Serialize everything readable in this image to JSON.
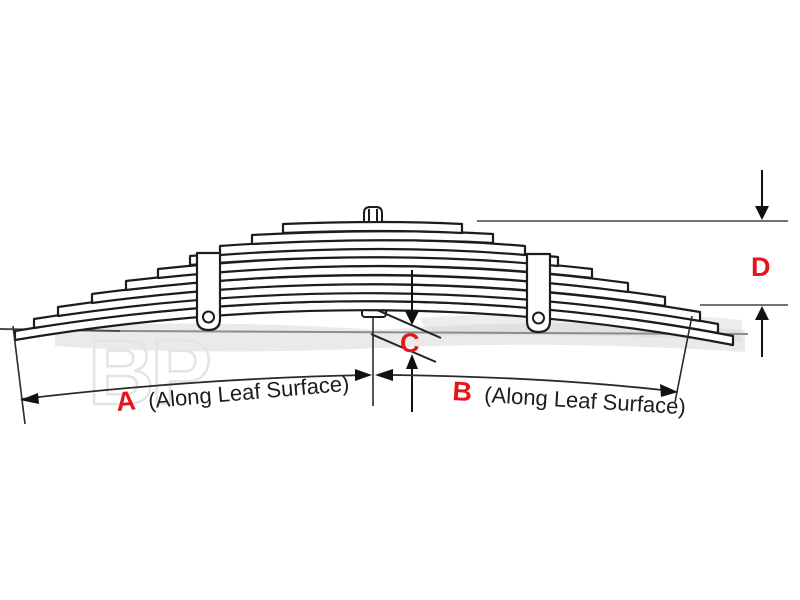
{
  "diagram": {
    "labels": {
      "a": {
        "letter": "A",
        "note": "(Along Leaf Surface)"
      },
      "b": {
        "letter": "B",
        "note": "(Along Leaf Surface)"
      },
      "c": {
        "letter": "C"
      },
      "d": {
        "letter": "D"
      }
    },
    "colors": {
      "dimension_letter": "#e8141c",
      "drawing_line": "#1c1c1c",
      "reference_line": "#737373",
      "shadow": "#d8d8d8",
      "watermark": "#e4e4e4"
    },
    "watermark_text": "BP"
  }
}
